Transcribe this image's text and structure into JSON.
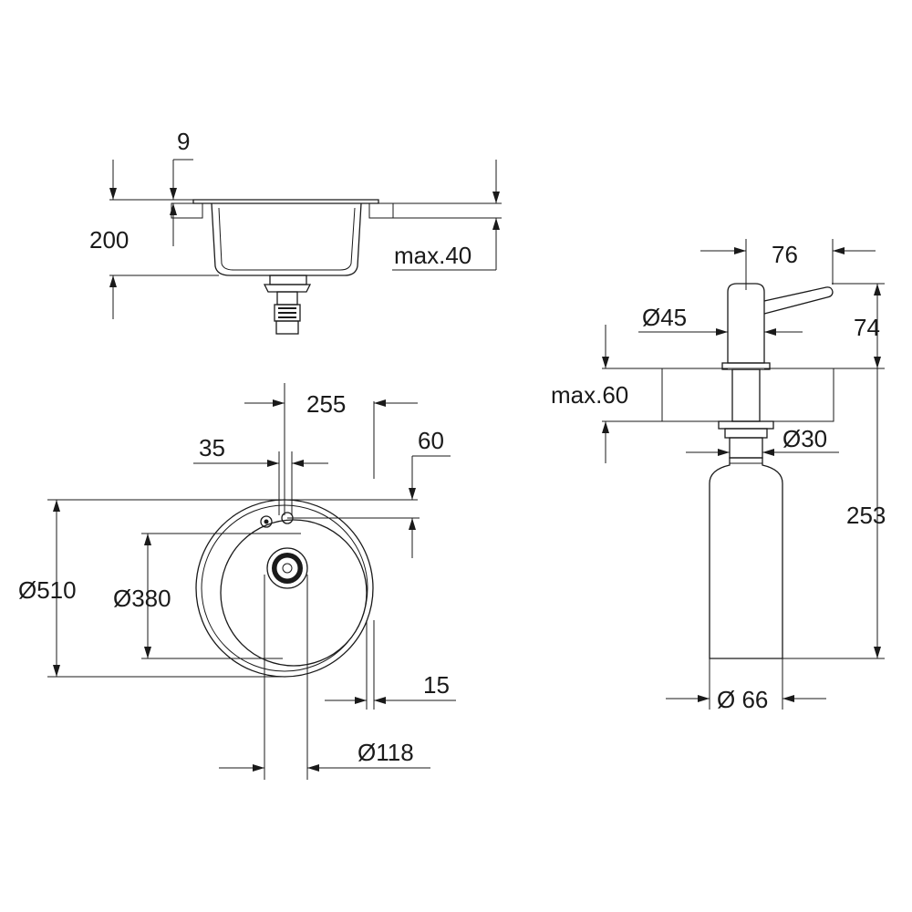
{
  "sink_side_view": {
    "rim_thickness": "9",
    "depth": "200",
    "worktop_thickness": "max.40"
  },
  "sink_top_view": {
    "total_width": "255",
    "tap_hole_offset": "35",
    "tap_hole_distance": "60",
    "outer_diameter": "Ø510",
    "bowl_diameter": "Ø380",
    "edge_offset": "15",
    "drain_diameter": "Ø118"
  },
  "dispenser": {
    "spout_reach": "76",
    "head_diameter": "Ø45",
    "head_height": "74",
    "worktop_thickness": "max.60",
    "shank_diameter": "Ø30",
    "bottle_length": "253",
    "bottle_diameter": "Ø 66"
  }
}
